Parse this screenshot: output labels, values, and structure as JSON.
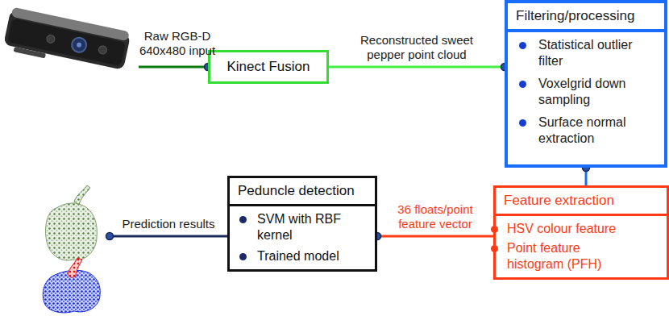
{
  "diagram": {
    "nodes": [
      {
        "text": [
          "Kinect Fusion"
        ]
      },
      {
        "text": [
          "Filtering/processing",
          "Statistical outlier filter",
          "Voxelgrid down sampling",
          "Surface normal extraction"
        ]
      },
      {
        "text": [
          "Peduncle detection",
          "SVM with RBF kernel",
          "Trained model"
        ]
      },
      {
        "text": [
          "Feature extraction",
          "HSV colour feature",
          "Point feature histogram (PFH)"
        ]
      }
    ],
    "edges": [
      {
        "from": 0,
        "to": 1,
        "label": "Reconstructed sweet pepper point cloud",
        "arrow": "none"
      },
      {
        "from": 1,
        "to": 3,
        "arrow": "none"
      },
      {
        "from": 3,
        "to": 2,
        "label": "36 floats/point feature vector",
        "arrow": "none"
      }
    ],
    "labels": [
      "Raw RGB-D 640x480 input",
      "Prediction results"
    ]
  }
}
